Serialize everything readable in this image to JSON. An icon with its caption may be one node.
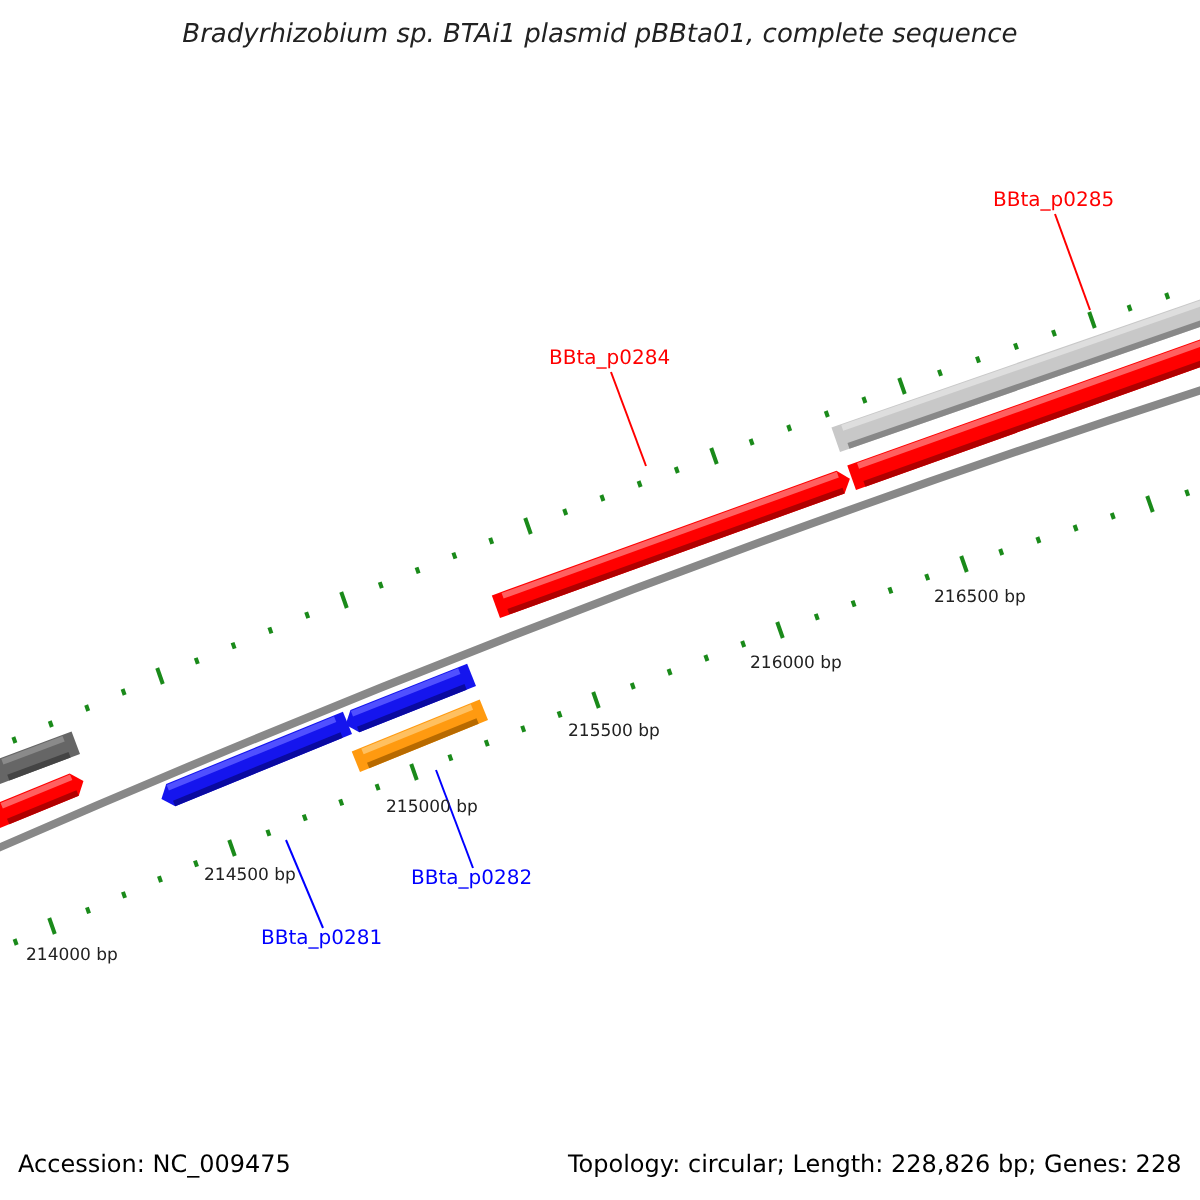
{
  "diagram": {
    "title": "Bradyrhizobium sp. BTAi1 plasmid pBBta01, complete sequence",
    "nodes": [
      {
        "text": [
          "BBta_p0285"
        ]
      },
      {
        "text": [
          "BBta_p0284"
        ]
      },
      {
        "text": [
          "BBta_p0282"
        ]
      },
      {
        "text": [
          "BBta_p0281"
        ]
      }
    ],
    "edges": [
      {
        "from": 0,
        "to": null,
        "arrow": "none",
        "color": "#ff0000"
      },
      {
        "from": 1,
        "to": null,
        "arrow": "none",
        "color": "#ff0000"
      },
      {
        "from": 2,
        "to": null,
        "arrow": "none",
        "color": "#0000ff"
      },
      {
        "from": 3,
        "to": null,
        "arrow": "none",
        "color": "#0000ff"
      }
    ],
    "labels": [
      "216500 bp",
      "216000 bp",
      "215500 bp",
      "215000 bp",
      "214500 bp",
      "214000 bp",
      "Accession: NC_009475",
      "Topology: circular; Length: 228,826 bp; Genes: 228"
    ]
  }
}
